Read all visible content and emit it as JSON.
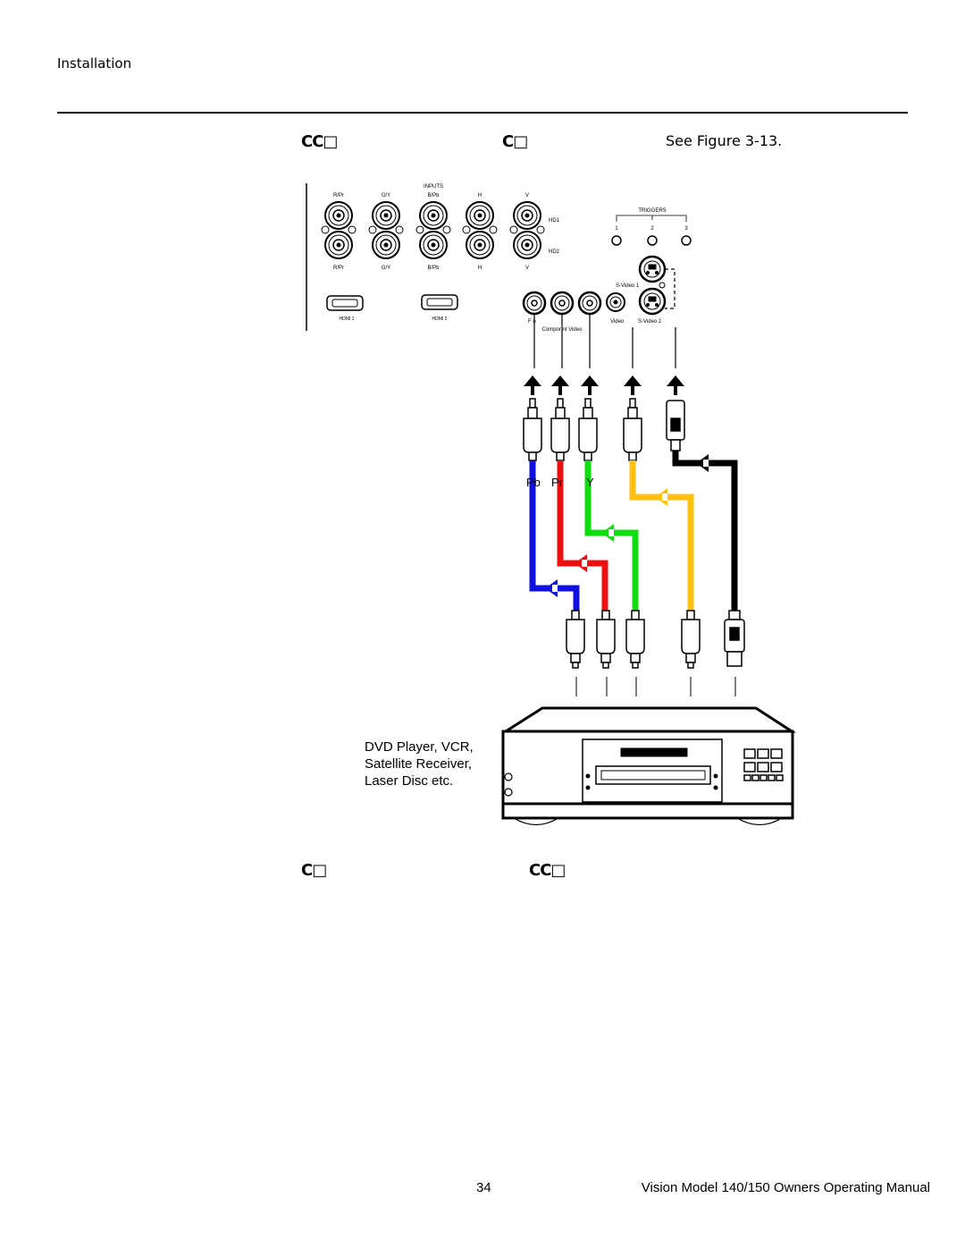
{
  "header": {
    "section": "Installation"
  },
  "caption_top": {
    "left_glyphs": "CC□",
    "mid_glyphs": "C□",
    "see_figure": "See Figure 3-13."
  },
  "panel": {
    "inputs_label": "INPUTS",
    "top_labels": [
      "R/Pr",
      "G/Y",
      "B/Pb",
      "H",
      "V"
    ],
    "bottom_labels": [
      "R/Pr",
      "G/Y",
      "B/Pb",
      "H",
      "V"
    ],
    "hd1": "HD1",
    "hd2": "HD2",
    "triggers_label": "TRIGGERS",
    "trigger_numbers": [
      "1",
      "2",
      "3"
    ],
    "svideo1": "S-Video 1",
    "svideo2": "S-Video 2",
    "video": "Video",
    "component_video": "Compor  nt Video",
    "hdmi1": "HDMI 1",
    "hdmi2": "HDMI 2",
    "comp_left": "F  o",
    "comp_mid": "r"
  },
  "cables": {
    "pb": "Pb",
    "pr": "Pr",
    "y": "Y"
  },
  "device": {
    "lines": [
      "DVD Player, VCR,",
      "Satellite Receiver,",
      "Laser Disc etc."
    ]
  },
  "caption_bottom": {
    "left_glyphs": "C□",
    "right_glyphs": "CC□"
  },
  "footer": {
    "page_number": "34",
    "manual_title": "Vision Model 140/150 Owners Operating Manual"
  },
  "colors": {
    "pb": "#1010e0",
    "pr": "#ee1010",
    "y": "#10dd10",
    "video": "#ffc010",
    "svideo": "#000000"
  }
}
